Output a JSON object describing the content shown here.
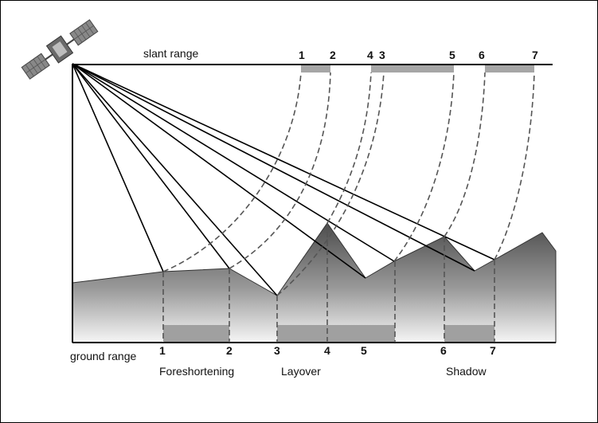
{
  "diagram": {
    "slant_range_label": "slant range",
    "ground_range_label": "ground range",
    "slant_numbers": [
      "1",
      "2",
      "4",
      "3",
      "5",
      "6",
      "7"
    ],
    "ground_numbers": [
      "1",
      "2",
      "3",
      "4",
      "5",
      "6",
      "7"
    ],
    "effects": {
      "foreshortening": "Foreshortening",
      "layover": "Layover",
      "shadow": "Shadow"
    },
    "icon": "satellite-icon",
    "colors": {
      "terrain_top": "#555555",
      "terrain_bottom": "#f4f4f4",
      "segment_fill": "#a0a0a0",
      "lines": "#000000",
      "dashed_arcs": "#555555"
    }
  }
}
